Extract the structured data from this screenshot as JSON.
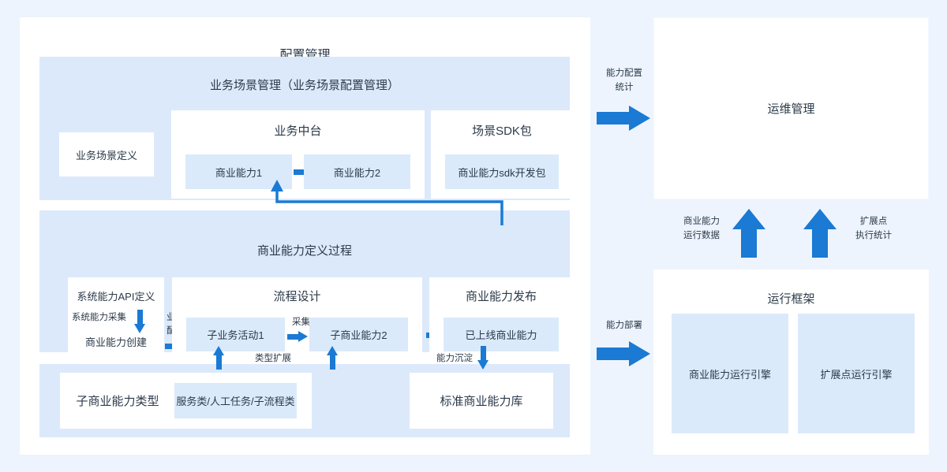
{
  "theme": {
    "page_bg": "#eef4fd",
    "card_bg": "#ffffff",
    "panel_bg": "#dce9fb",
    "subbox_bg": "#dbeafb",
    "accent": "#1a7ad4",
    "text": "#2b3a4a"
  },
  "left_card": {
    "title": "配置管理",
    "scene_panel": {
      "title": "业务场景管理（业务场景配置管理）",
      "scene_def_box": "业务场景定义",
      "midplatform": {
        "title": "业务中台",
        "items": [
          "商业能力1",
          "商业能力2"
        ],
        "arrow": "right-arrow-icon"
      },
      "sdk": {
        "title": "场景SDK包",
        "items": [
          "商业能力sdk开发包"
        ]
      }
    },
    "capability_panel": {
      "title": "商业能力定义过程",
      "api_box": {
        "top": "系统能力API定义",
        "bottom": "商业能力创建",
        "down_arrow_label": "系统能力采集",
        "out_label_line1": "业务",
        "out_label_line2": "配置"
      },
      "process_design": {
        "title": "流程设计",
        "items": [
          "子业务活动1",
          "子商业能力2"
        ],
        "inner_arrow_label": "采集"
      },
      "publish": {
        "title": "商业能力发布",
        "items": [
          "已上线商业能力"
        ]
      }
    },
    "library_panel": {
      "type_box": {
        "label": "子商业能力类型",
        "tag": "服务类/人工任务/子流程类"
      },
      "std_library": "标准商业能力库"
    },
    "edge_labels": {
      "type_extension": "类型扩展",
      "capability_precipitation": "能力沉淀"
    }
  },
  "connectors": {
    "cap_config_stats_line1": "能力配置",
    "cap_config_stats_line2": "统计",
    "cap_deploy": "能力部署",
    "runtime_data_line1": "商业能力",
    "runtime_data_line2": "运行数据",
    "ext_stats_line1": "扩展点",
    "ext_stats_line2": "执行统计"
  },
  "right_card": {
    "ops_title": "运维管理",
    "runtime_frame": {
      "title": "运行框架",
      "engines": [
        "商业能力运行引擎",
        "扩展点运行引擎"
      ]
    }
  }
}
